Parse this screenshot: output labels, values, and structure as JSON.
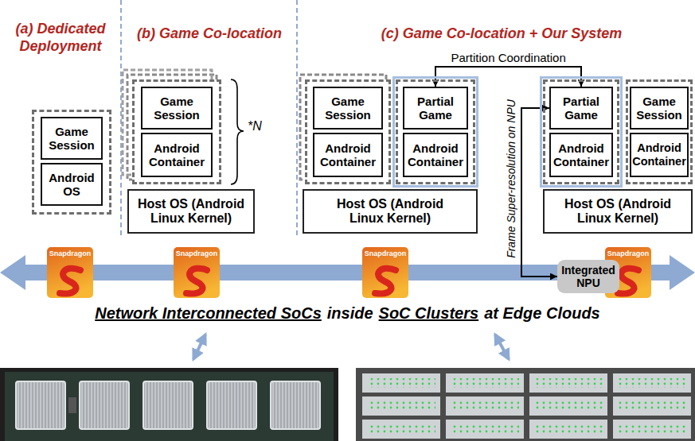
{
  "diagram": {
    "nodes": [
      {
        "text": []
      },
      {
        "text": [
          "Game Session"
        ],
        "in": 0
      },
      {
        "text": [
          "Android OS"
        ],
        "in": 0
      },
      {
        "text": []
      },
      {
        "text": [
          "Game Session"
        ],
        "in": 3
      },
      {
        "text": [
          "Android Container"
        ],
        "in": 3
      },
      {
        "text": [
          "Host OS (Android Linux Kernel)"
        ]
      },
      {
        "text": []
      },
      {
        "text": [
          "Game Session"
        ],
        "in": 7
      },
      {
        "text": [
          "Android Container"
        ],
        "in": 7
      },
      {
        "text": []
      },
      {
        "text": [
          "Partial Game"
        ],
        "in": 10
      },
      {
        "text": [
          "Android Container"
        ],
        "in": 10
      },
      {
        "text": [
          "Host OS (Android Linux Kernel)"
        ]
      },
      {
        "text": []
      },
      {
        "text": [
          "Partial Game"
        ],
        "in": 14
      },
      {
        "text": [
          "Android Container"
        ],
        "in": 14
      },
      {
        "text": []
      },
      {
        "text": [
          "Game Session"
        ],
        "in": 17
      },
      {
        "text": [
          "Android Container"
        ],
        "in": 17
      },
      {
        "text": [
          "Host OS (Android Linux Kernel)"
        ]
      },
      {
        "text": [
          "Integrated NPU"
        ]
      }
    ],
    "edges": [
      {
        "from": 11,
        "to": 15,
        "label": "Partition Coordination",
        "arrow": "both"
      },
      {
        "from": 15,
        "to": 21,
        "label": "Frame Super-resolution on NPU",
        "arrow": "both"
      }
    ],
    "labels": [
      "(a) Dedicated Deployment",
      "(b) Game Co-location",
      "(c) Game Co-location + Our System",
      "*N",
      "Snapdragon",
      "Snapdragon",
      "Snapdragon",
      "Snapdragon",
      "Network Interconnected SoCs",
      "inside",
      "SoC Clusters",
      "at Edge Clouds"
    ]
  }
}
